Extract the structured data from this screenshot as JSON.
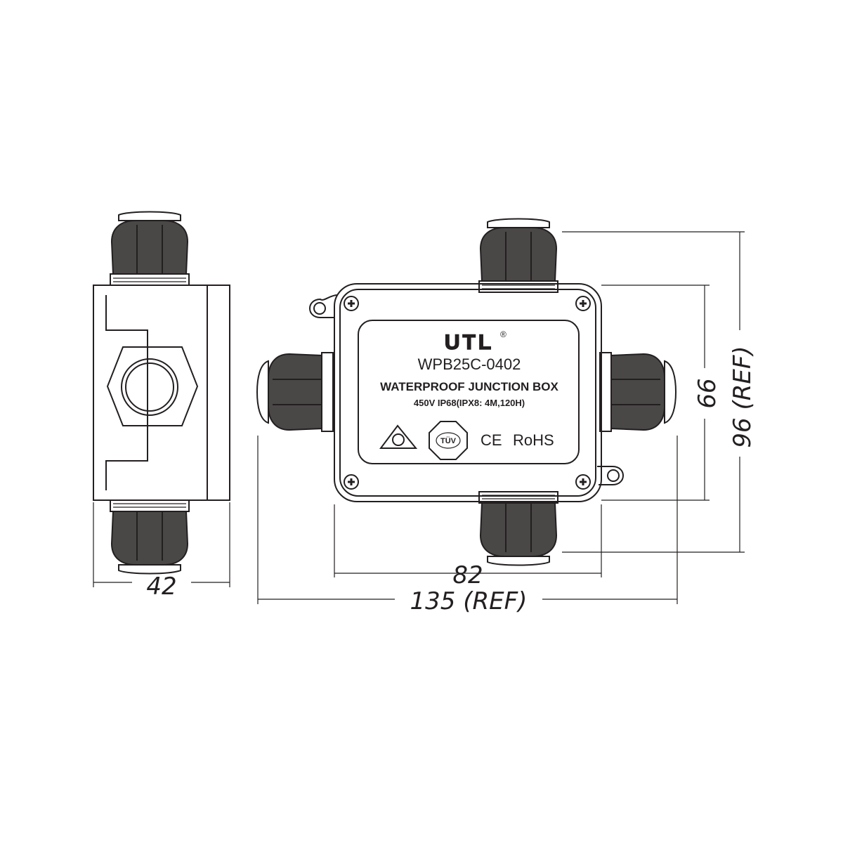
{
  "dimensions": {
    "side_width": "42",
    "box_width": "82",
    "overall_width": "135 (REF)",
    "box_height": "66",
    "overall_height": "96 (REF)"
  },
  "label": {
    "brand": "UTL",
    "registered_mark": "®",
    "model": "WPB25C-0402",
    "product": "WATERPROOF JUNCTION BOX",
    "rating": "450V   IP68(IPX8: 4M,120H)",
    "cert_mark": "TÜV",
    "ce_mark": "CE",
    "rohs_mark": "RoHS"
  }
}
